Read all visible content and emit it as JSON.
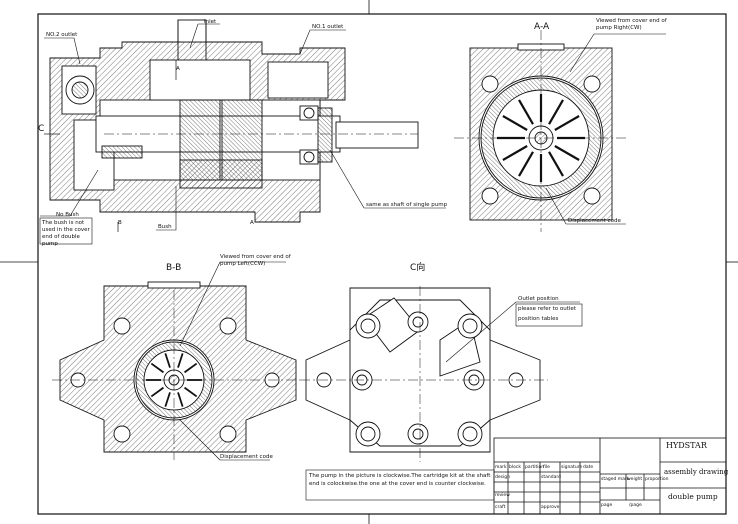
{
  "labels": {
    "inlet": "Inlet",
    "no2_outlet": "NO.2 outlet",
    "no1_outlet": "NO.1 outlet",
    "aa": "A-A",
    "viewed_right": "Viewed from cover end of pump   Right(CW)",
    "c_left": "C",
    "a_top": "A",
    "b_bottom": "B",
    "a_bottom": "A",
    "no_bush": "No Bush",
    "bush_note": "The bush is not used in the cover end of double pump",
    "bush": "Bush",
    "same_shaft": "same as shaft of single pump",
    "displacement_aa": "Displacement code",
    "bb": "B-B",
    "c_view": "C向",
    "viewed_left": "Viewed from cover end of pump   Left(CCW)",
    "outlet_position": "Outlet position",
    "outlet_refer": "please refer to outlet",
    "position_tables": "position tables",
    "displacement_bb": "Displacement code",
    "pump_note": "The pump in the picture is clockwise.The cartridge kit at the shaft end is colockwise.the one at the cover end is counter clockwise."
  },
  "title_block": {
    "company": "HYDSTAR",
    "drawing_type": "assembly drawing",
    "part_name": "double pump",
    "row_labels": [
      "mark",
      "block",
      "partition",
      "file",
      "signature",
      "date"
    ],
    "design": "design",
    "standard": "standard",
    "review": "review",
    "craft": "craft",
    "approve": "approve",
    "staged_mark": "staged mark",
    "weight": "weight",
    "proportion": "proportion",
    "page": "page",
    "per_page": "/page"
  }
}
